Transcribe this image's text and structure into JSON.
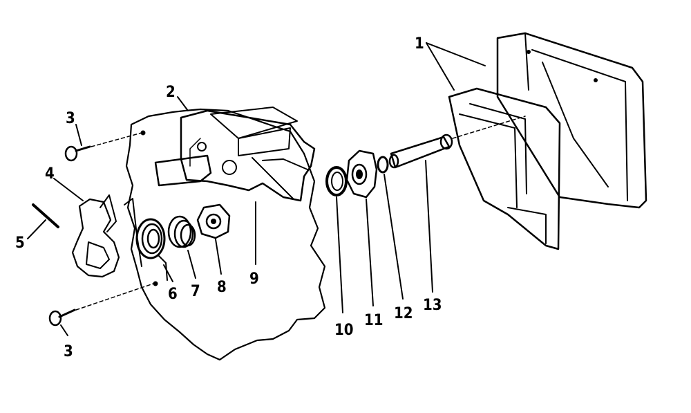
{
  "diagram": {
    "callouts": [
      {
        "id": "1",
        "text": "1"
      },
      {
        "id": "2",
        "text": "2"
      },
      {
        "id": "3a",
        "text": "3"
      },
      {
        "id": "3b",
        "text": "3"
      },
      {
        "id": "4",
        "text": "4"
      },
      {
        "id": "5",
        "text": "5"
      },
      {
        "id": "6",
        "text": "6"
      },
      {
        "id": "7",
        "text": "7"
      },
      {
        "id": "8",
        "text": "8"
      },
      {
        "id": "9",
        "text": "9"
      },
      {
        "id": "10",
        "text": "10"
      },
      {
        "id": "11",
        "text": "11"
      },
      {
        "id": "12",
        "text": "12"
      },
      {
        "id": "13",
        "text": "13"
      }
    ],
    "colors": {
      "ink": "#000000",
      "paper": "#ffffff"
    }
  }
}
